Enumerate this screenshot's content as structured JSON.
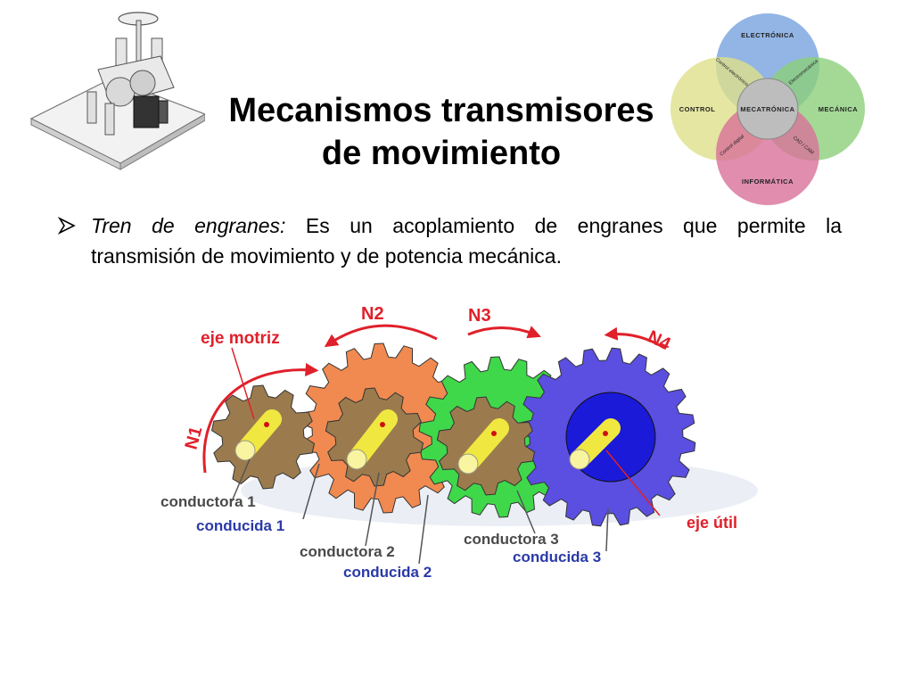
{
  "slide": {
    "title_line1": "Mecanismos transmisores",
    "title_line2": "de movimiento",
    "bullet": {
      "term": "Tren de engranes:",
      "text_line1": " Es un acoplamiento de engranes que permite la",
      "text_line2": "transmisión de movimiento y de potencia mecánica."
    }
  },
  "venn": {
    "top": "Electrónica",
    "left": "Control",
    "right": "Mecánica",
    "bottom": "Informática",
    "center": "Mecatrónica",
    "top_left": "Control electrónico",
    "top_right": "Electromecánica",
    "bottom_left": "Control digital",
    "bottom_right": "CAD / CAM",
    "colors": {
      "top": "#7fa8e0",
      "left": "#dfe08a",
      "right": "#8ccf7a",
      "bottom": "#d8709a",
      "center": "#bdbdbd"
    }
  },
  "gears": {
    "eje_motriz": "eje motriz",
    "eje_util": "eje útil",
    "n1": "N1",
    "n2": "N2",
    "n3": "N3",
    "n4": "N4",
    "conductora1": "conductora 1",
    "conducida1": "conducida 1",
    "conductora2": "conductora 2",
    "conducida2": "conducida 2",
    "conductora3": "conductora 3",
    "conducida3": "conducida 3",
    "colors": {
      "gear1": "#9b7b4e",
      "gear2": "#f08a50",
      "gear3": "#3fd84a",
      "gear4": "#5a4fe0",
      "label_red": "#e0202a",
      "label_dark": "#4a4a4a",
      "label_blue": "#2a3aa8",
      "shaft": "#f0e840"
    }
  }
}
